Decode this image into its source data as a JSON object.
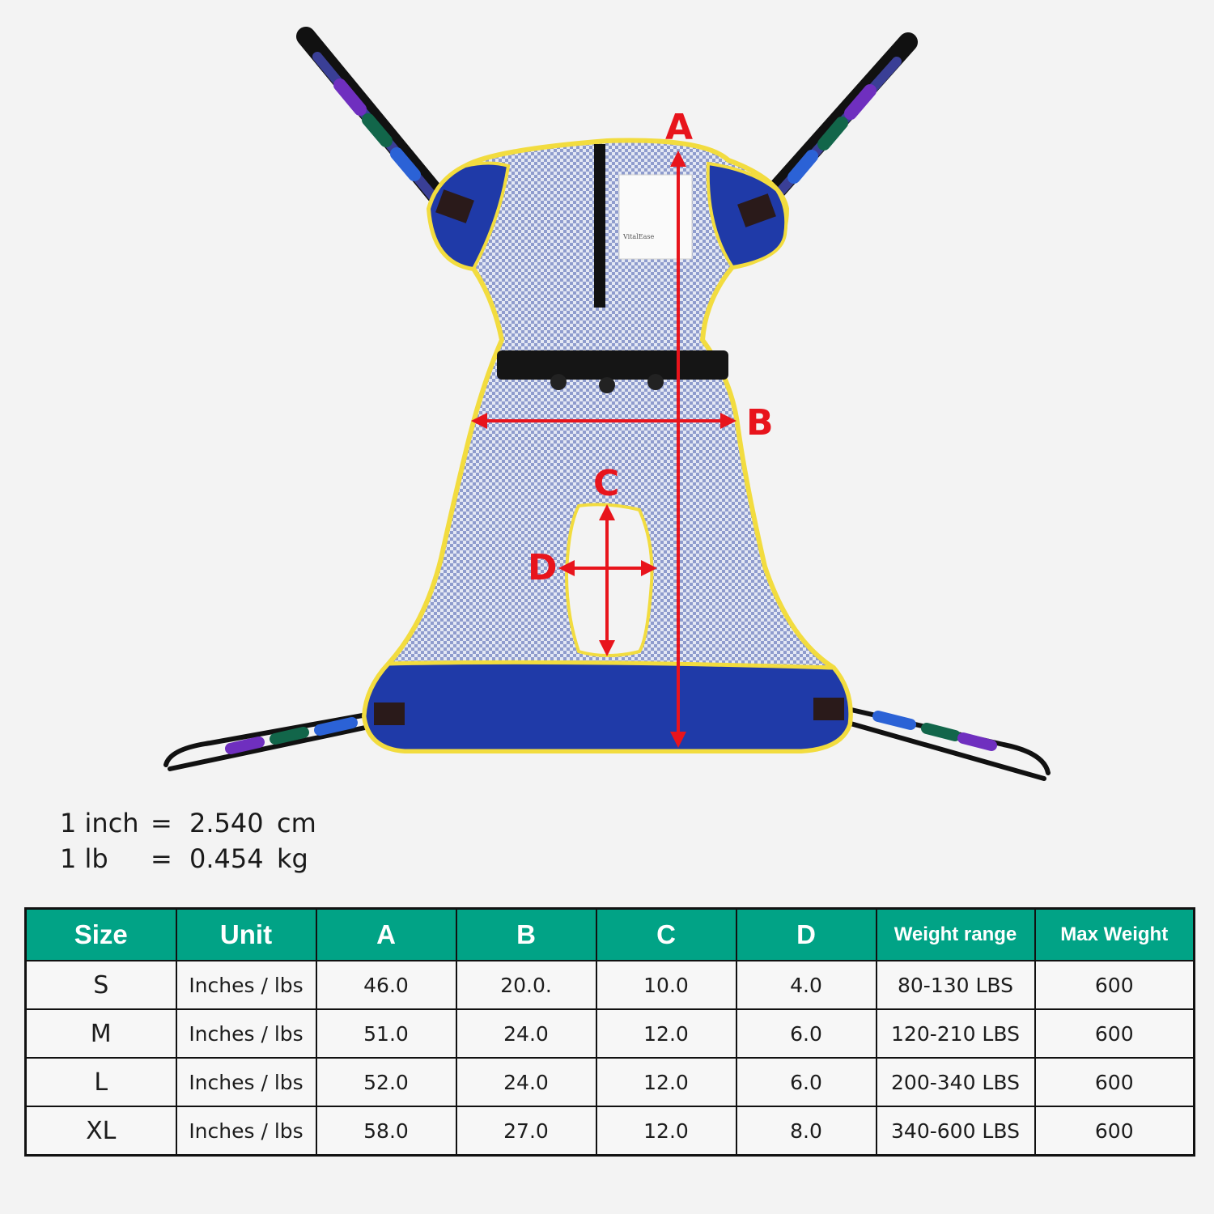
{
  "diagram": {
    "labels": {
      "a": "A",
      "b": "B",
      "c": "C",
      "d": "D"
    },
    "sling_tag_text": "VitalEase",
    "colors": {
      "mesh": "#8f9ccd",
      "panel": "#1f3aa8",
      "trim": "#f2dc3f",
      "arrow": "#e8141c"
    }
  },
  "conversions": [
    {
      "lhs": "1 inch",
      "eq": "=",
      "value": "2.540",
      "unit": "cm"
    },
    {
      "lhs": "1 lb",
      "eq": "=",
      "value": "0.454",
      "unit": "kg"
    }
  ],
  "table": {
    "headers": [
      "Size",
      "Unit",
      "A",
      "B",
      "C",
      "D",
      "Weight range",
      "Max Weight"
    ],
    "rows": [
      [
        "S",
        "Inches / lbs",
        "46.0",
        "20.0.",
        "10.0",
        "4.0",
        "80-130 LBS",
        "600"
      ],
      [
        "M",
        "Inches / lbs",
        "51.0",
        "24.0",
        "12.0",
        "6.0",
        "120-210 LBS",
        "600"
      ],
      [
        "L",
        "Inches / lbs",
        "52.0",
        "24.0",
        "12.0",
        "6.0",
        "200-340 LBS",
        "600"
      ],
      [
        "XL",
        "Inches / lbs",
        "58.0",
        "27.0",
        "12.0",
        "8.0",
        "340-600 LBS",
        "600"
      ]
    ],
    "header_color": "#01a386"
  }
}
